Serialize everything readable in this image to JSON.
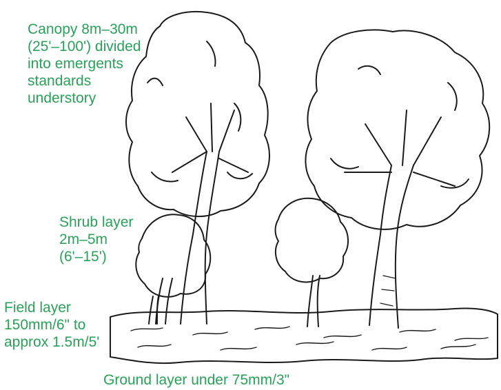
{
  "labels": {
    "canopy": [
      "Canopy 8m–30m",
      "(25'–100') divided",
      "into emergents",
      "standards",
      "understory"
    ],
    "shrub": [
      "Shrub layer",
      "2m–5m",
      "(6'–15')"
    ],
    "field": [
      "Field layer",
      "150mm/6\" to",
      "approx 1.5m/5'"
    ],
    "ground": "Ground layer under 75mm/3\""
  },
  "colors": {
    "label": "#2aa05a",
    "ink": "#1a1a1a"
  }
}
